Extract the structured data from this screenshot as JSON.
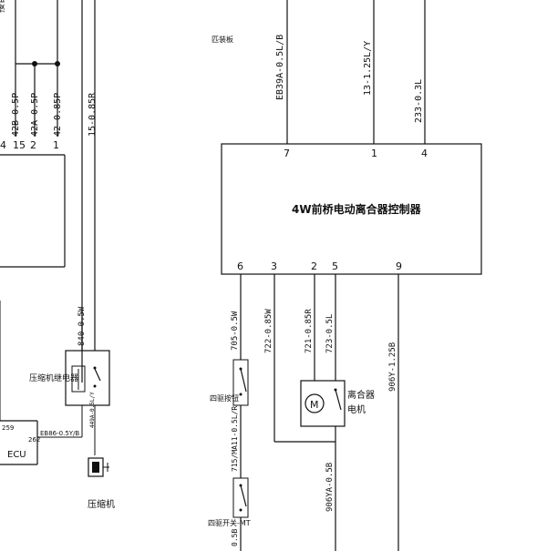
{
  "top_left_label": "接自",
  "panel_label": "匹装板",
  "controller": {
    "title": "4W前桥电动离合器控制器",
    "top_pins": [
      "7",
      "1",
      "4"
    ],
    "bottom_pins": [
      "6",
      "3",
      "2",
      "5",
      "9"
    ]
  },
  "ecu_top_pins": [
    "4",
    "15",
    "2",
    "1"
  ],
  "wires": {
    "eb39a": "EB39A-0.5L/B",
    "w13": "13-1.25L/Y",
    "w233": "233-0.3L",
    "w42b": "42B-0.5P",
    "w42a": "42A-0.5P",
    "w42": "42-0.85P",
    "w15": "15-0.85R",
    "w840": "840-0.5W",
    "w705": "705-0.5W",
    "w722": "722-0.85W",
    "w721": "721-0.85R",
    "w723": "723-0.5L",
    "w906y": "906Y-1.25B",
    "w715": "715/MA11-0.5L/R",
    "w906ya": "906YA-0.5B",
    "eb_ecu": "EB86-0.5Y/B",
    "small_relay": "449A-0.5L/Y",
    "left_bottom": "0.5B"
  },
  "components": {
    "compressor_relay": "压缩机继电器",
    "ecu_label": "ECU",
    "ecu_pin_259": "259",
    "ecu_pin_262": "262",
    "compressor": "压缩机",
    "four_drive_sw": "四驱按钮",
    "clutch_motor_1": "离合器",
    "clutch_motor_2": "电机",
    "motor_symbol": "M",
    "four_drive_sw2": "四驱开关-MT"
  }
}
